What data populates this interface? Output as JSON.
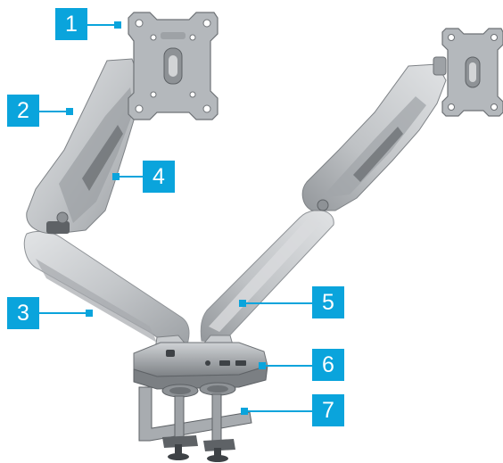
{
  "colors": {
    "callout": "#0aa4dc",
    "arm_light": "#d2d4d6",
    "arm_mid": "#b7babd",
    "arm_dark": "#8e9296",
    "arm_shadow": "#5e6266",
    "background": "#ffffff"
  },
  "callouts": [
    {
      "id": "c1",
      "label": "1"
    },
    {
      "id": "c2",
      "label": "2"
    },
    {
      "id": "c3",
      "label": "3"
    },
    {
      "id": "c4",
      "label": "4"
    },
    {
      "id": "c5",
      "label": "5"
    },
    {
      "id": "c6",
      "label": "6"
    },
    {
      "id": "c7",
      "label": "7"
    }
  ],
  "icons": [
    "vesa-plate-icon",
    "usb-port-icon",
    "audio-port-icon",
    "c-clamp-icon"
  ]
}
